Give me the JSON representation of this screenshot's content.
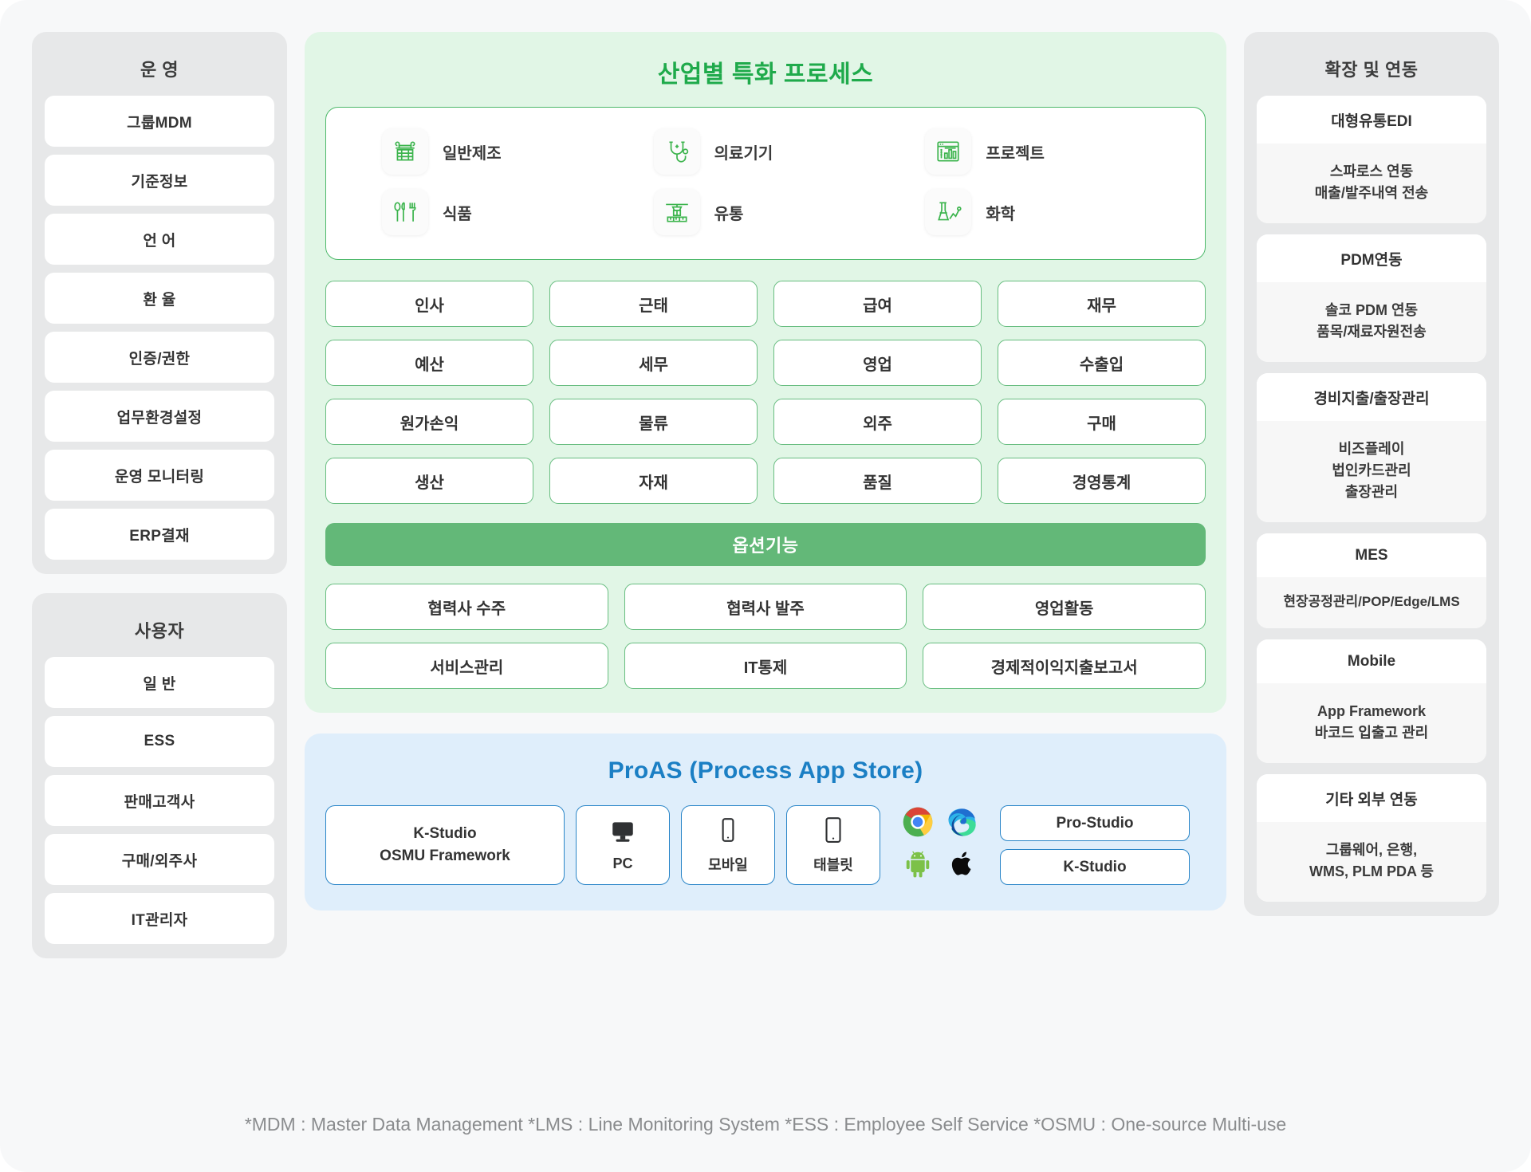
{
  "left": {
    "operation": {
      "title": "운 영",
      "items": [
        "그룹MDM",
        "기준정보",
        "언 어",
        "환 율",
        "인증/권한",
        "업무환경설정",
        "운영 모니터링",
        "ERP결재"
      ]
    },
    "user": {
      "title": "사용자",
      "items": [
        "일 반",
        "ESS",
        "판매고객사",
        "구매/외주사",
        "IT관리자"
      ]
    }
  },
  "center": {
    "title": "산업별 특화 프로세스",
    "industries": [
      {
        "label": "일반제조",
        "icon": "factory-icon"
      },
      {
        "label": "의료기기",
        "icon": "stethoscope-icon"
      },
      {
        "label": "프로젝트",
        "icon": "dashboard-icon"
      },
      {
        "label": "식품",
        "icon": "cutlery-icon"
      },
      {
        "label": "유통",
        "icon": "distribution-icon"
      },
      {
        "label": "화학",
        "icon": "chemistry-icon"
      }
    ],
    "modules": [
      "인사",
      "근태",
      "급여",
      "재무",
      "예산",
      "세무",
      "영업",
      "수출입",
      "원가손익",
      "물류",
      "외주",
      "구매",
      "생산",
      "자재",
      "품질",
      "경영통계"
    ],
    "option_bar": "옵션기능",
    "options": [
      "협력사 수주",
      "협력사 발주",
      "영업활동",
      "서비스관리",
      "IT통제",
      "경제적이익지출보고서"
    ]
  },
  "proas": {
    "title": "ProAS (Process App Store)",
    "kstudio": {
      "line1": "K-Studio",
      "line2": "OSMU Framework"
    },
    "devices": [
      {
        "label": "PC",
        "icon": "desktop-icon"
      },
      {
        "label": "모바일",
        "icon": "phone-icon"
      },
      {
        "label": "태블릿",
        "icon": "tablet-icon"
      }
    ],
    "logos": [
      "chrome-logo",
      "edge-logo",
      "android-logo",
      "apple-logo"
    ],
    "studios": [
      "Pro-Studio",
      "K-Studio"
    ]
  },
  "right": {
    "title": "확장 및 연동",
    "cards": [
      {
        "head": "대형유통EDI",
        "body": "스파로스 연동\n매출/발주내역 전송"
      },
      {
        "head": "PDM연동",
        "body": "솔코 PDM 연동\n품목/재료자원전송"
      },
      {
        "head": "경비지출/출장관리",
        "body": "비즈플레이\n법인카드관리\n출장관리"
      },
      {
        "head": "MES",
        "body": "현장공정관리/POP/Edge/LMS"
      },
      {
        "head": "Mobile",
        "body": "App Framework\n바코드 입출고 관리"
      },
      {
        "head": "기타 외부 연동",
        "body": "그룹웨어, 은행,\nWMS, PLM PDA 등"
      }
    ]
  },
  "footer": "*MDM : Master Data Management *LMS : Line Monitoring System *ESS : Employee Self Service *OSMU : One-source Multi-use",
  "colors": {
    "green_accent": "#1faa4b",
    "green_panel": "#e1f6e6",
    "green_border": "#68bd80",
    "option_bar": "#63b878",
    "blue_accent": "#1b7fc4",
    "blue_panel": "#dfeefb",
    "blue_border": "#2b86c8",
    "grey_panel": "#e7e8e9",
    "page_bg": "#f7f8f9"
  }
}
